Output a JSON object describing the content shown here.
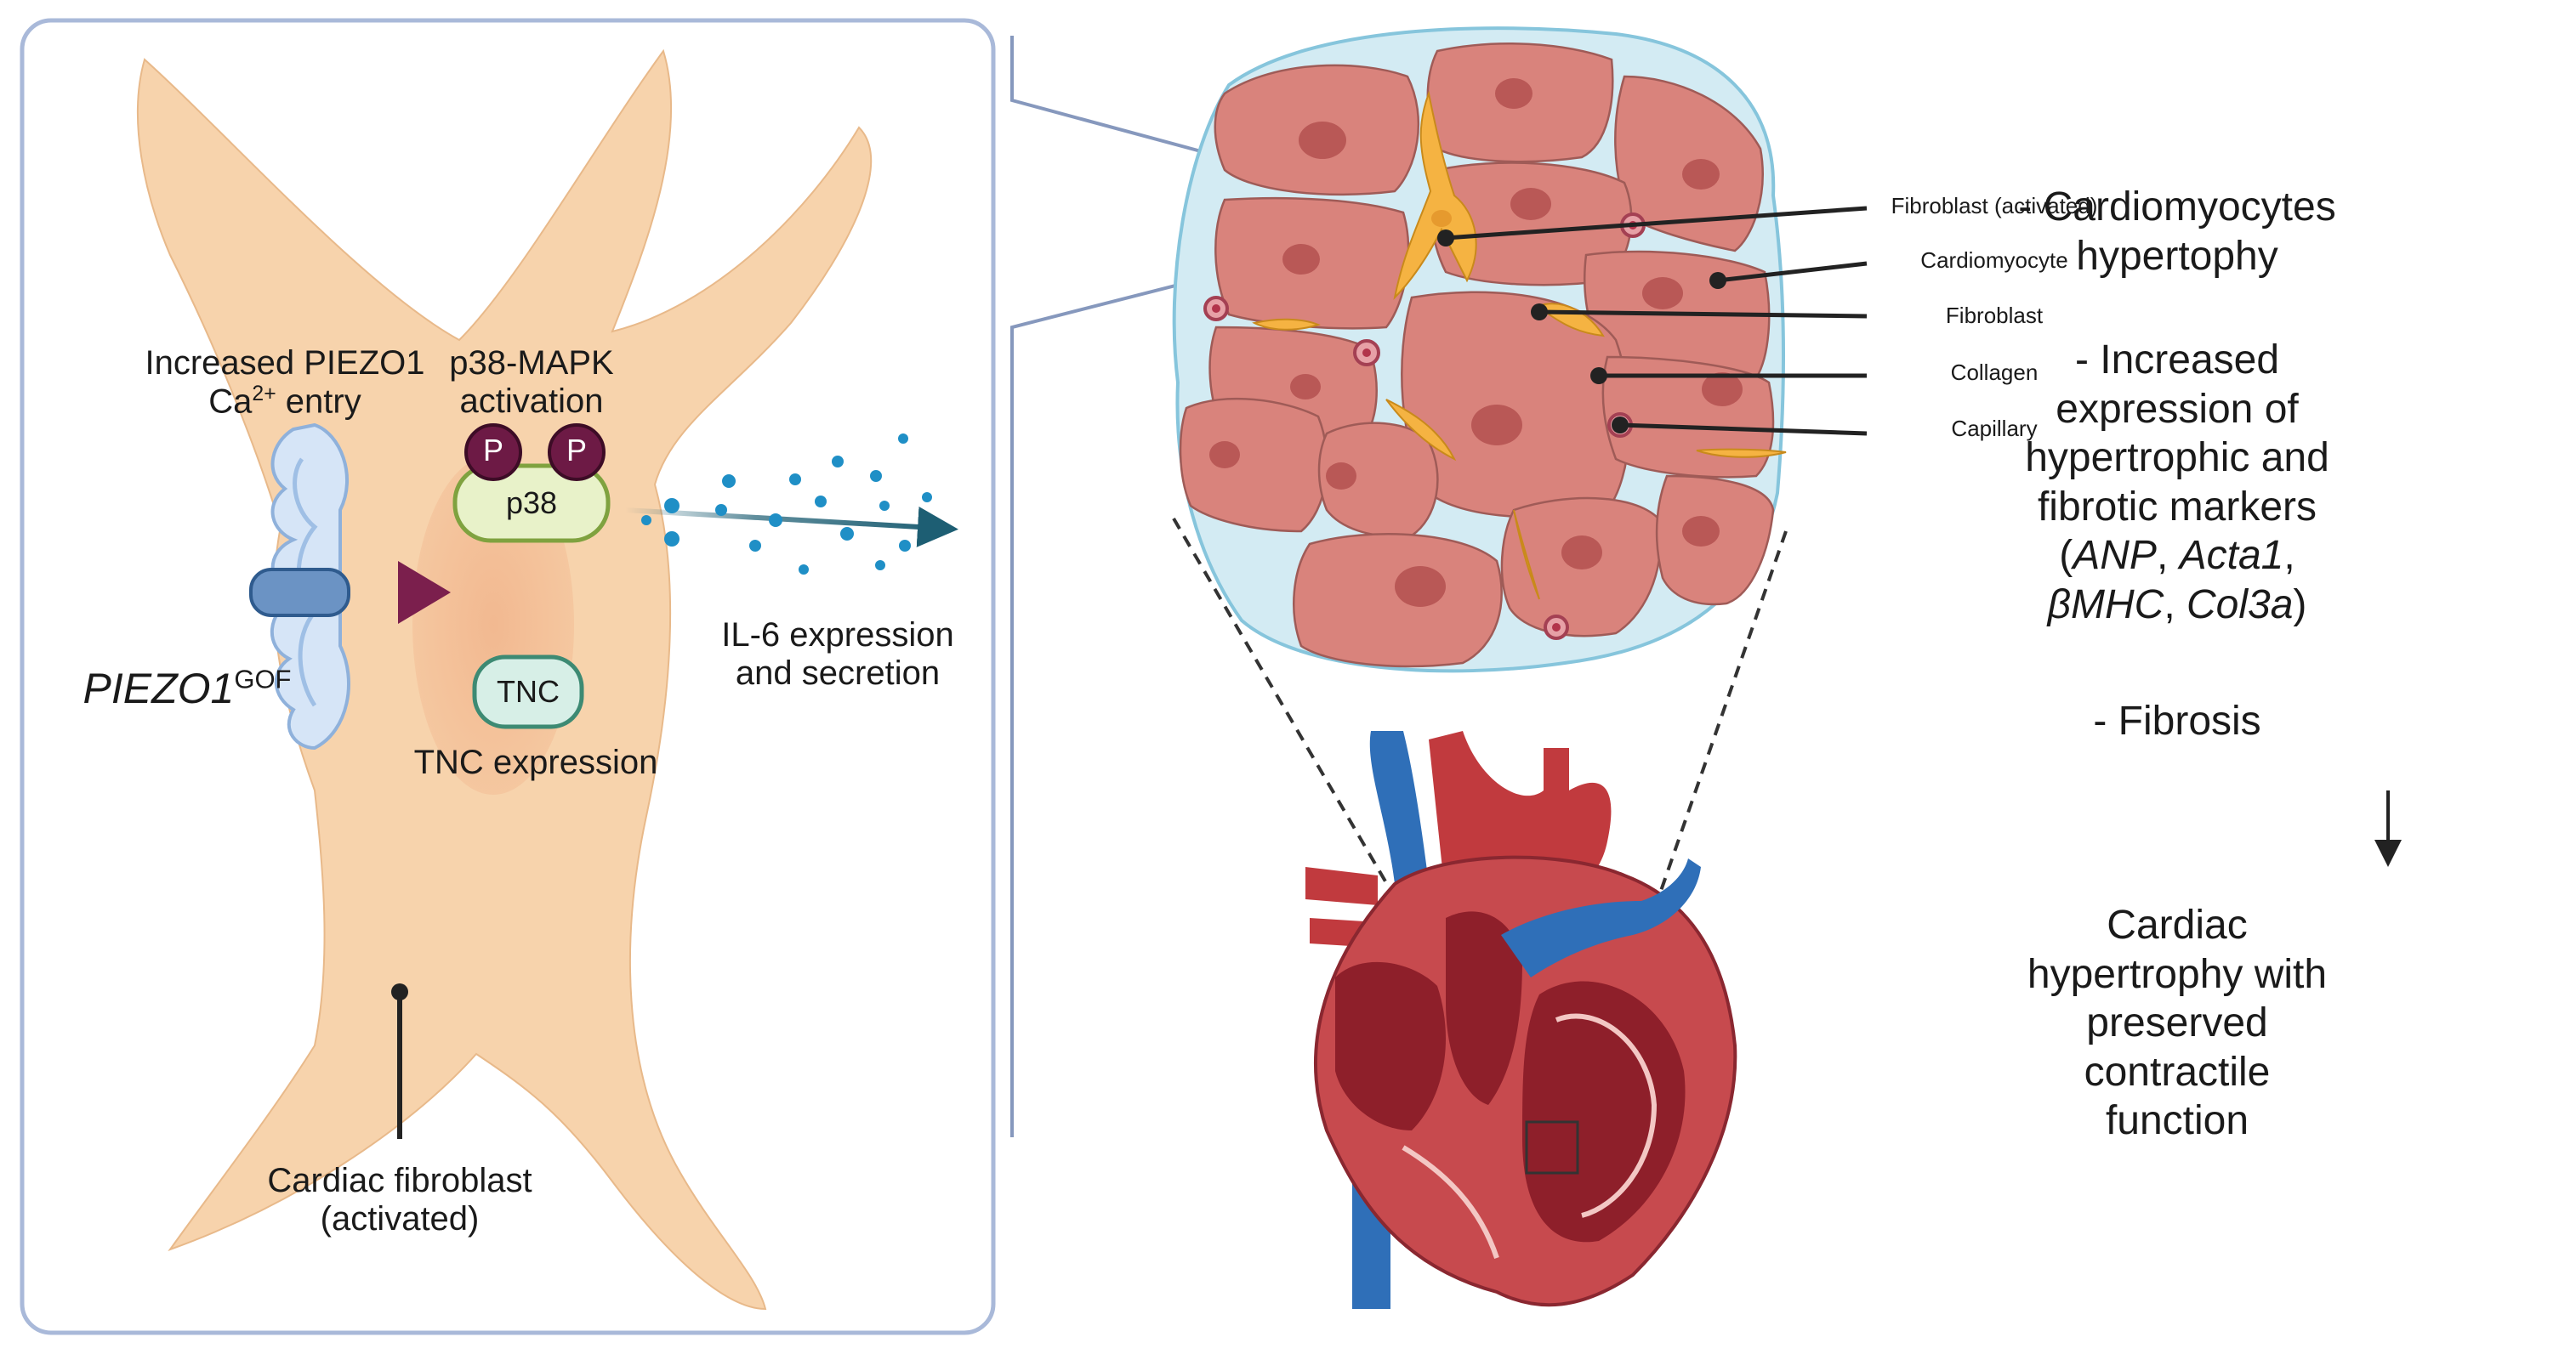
{
  "fibroblast_panel": {
    "piezo_label": "PIEZO1",
    "piezo_superscript": "GOF",
    "increased_piezo_line1": "Increased PIEZO1",
    "ca_prefix": "Ca",
    "ca_superscript": "2+",
    "ca_suffix": " entry",
    "p38_activation_line1": "p38-MAPK",
    "p38_activation_line2": "activation",
    "phospho_label_1": "P",
    "phospho_label_2": "P",
    "p38_label": "p38",
    "tnc_label": "TNC",
    "tnc_expression": "TNC expression",
    "il6_line1": "IL-6 expression",
    "il6_line2": "and secretion",
    "cell_label_line1": "Cardiac fibroblast",
    "cell_label_line2": "(activated)"
  },
  "tissue_labels": {
    "fibroblast_activated": "Fibroblast (activated)",
    "cardiomyocyte": "Cardiomyocyte",
    "fibroblast": "Fibroblast",
    "collagen": "Collagen",
    "capillary": "Capillary"
  },
  "outcomes": {
    "item1_line1": "- Cardiomyocytes",
    "item1_line2": "hypertophy",
    "item2_line1": "- Increased",
    "item2_line2": "expression of",
    "item2_line3": "hypertrophic and",
    "item2_line4": "fibrotic markers",
    "markers_open": "(",
    "marker_anp": "ANP",
    "sep1": ", ",
    "marker_acta1": "Acta1",
    "sep2": ",",
    "marker_bmhc": "βMHC",
    "sep3": ", ",
    "marker_col3a": "Col3a",
    "markers_close": ")",
    "item3": "- Fibrosis",
    "result_line1": "Cardiac",
    "result_line2": "hypertrophy with",
    "result_line3": "preserved",
    "result_line4": "contractile",
    "result_line5": "function"
  },
  "colors": {
    "panel_border": "#a9b9d9",
    "cell_fill": "#f7d3ac",
    "piezo_arrow": "#7b1f4d",
    "phospho": "#6d1a45",
    "p38_fill": "#e8f2c9",
    "tnc_fill": "#d7efe7",
    "il6_arrow": "#1d5e73",
    "cardiomyocyte": "#d9837c",
    "nucleus": "#b95856",
    "tissue_bg": "#d3ebf3",
    "fibroblast": "#f5b342"
  }
}
